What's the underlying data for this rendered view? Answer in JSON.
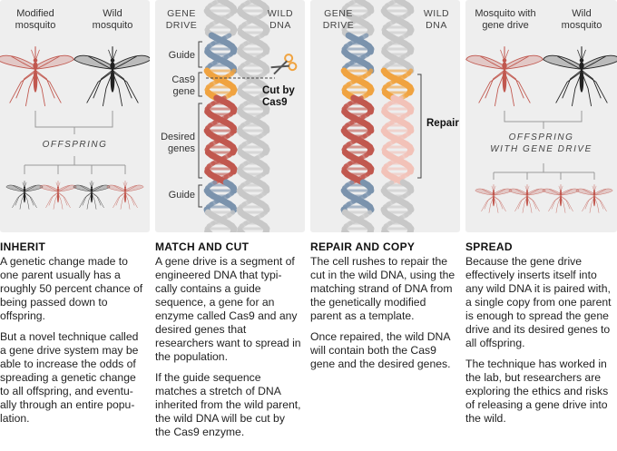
{
  "colors": {
    "panel": "#eeeeee",
    "blue": "#7b93ad",
    "orange": "#f0a340",
    "red": "#c1584f",
    "pink": "#f2c2b8",
    "gray": "#c8c8c8",
    "dark": "#222222"
  },
  "panel1": {
    "label_left": "Modified\nmosquito",
    "label_right": "Wild\nmosquito",
    "offspring": "OFFSPRING"
  },
  "panel2": {
    "col_left": "GENE\nDRIVE",
    "col_right": "WILD\nDNA",
    "guide_top": "Guide",
    "cas9": "Cas9\ngene",
    "desired": "Desired\ngenes",
    "guide_bottom": "Guide",
    "cut": "Cut by\nCas9"
  },
  "panel3": {
    "col_left": "GENE\nDRIVE",
    "col_right": "WILD\nDNA",
    "repair": "Repair"
  },
  "panel4": {
    "label_left": "Mosquito with\ngene drive",
    "label_right": "Wild\nmosquito",
    "offspring": "OFFSPRING\nWITH GENE DRIVE"
  },
  "captions": [
    {
      "title": "INHERIT",
      "paragraphs": [
        "A genetic change made to one parent usually has a roughly 50 percent chance of being passed down to offspring.",
        "But a novel technique called a gene drive system may be able to increase the odds of spreading a genetic change to all offspring, and eventu-ally through an entire popu-lation."
      ]
    },
    {
      "title": "MATCH AND CUT",
      "paragraphs": [
        "A gene drive is a segment of engineered DNA that typi-cally contains a guide sequence, a gene for an enzyme called Cas9 and any desired genes that researchers want to spread in the population.",
        "If the guide sequence matches a stretch of DNA inherited from the wild parent, the wild DNA will be cut by the Cas9 enzyme."
      ]
    },
    {
      "title": "REPAIR AND COPY",
      "paragraphs": [
        "The cell rushes to repair the cut in the wild DNA, using the matching strand of DNA from the genetically modified parent as a template.",
        "Once repaired, the wild DNA will contain both the Cas9 gene and the desired genes."
      ]
    },
    {
      "title": "SPREAD",
      "paragraphs": [
        "Because the gene drive effectively inserts itself into any wild DNA it is paired with, a single copy from one parent is enough to spread the gene drive and its desired genes to all offspring.",
        "The technique has worked in the lab, but researchers are exploring the ethics and risks of releasing a gene drive into the wild."
      ]
    }
  ]
}
